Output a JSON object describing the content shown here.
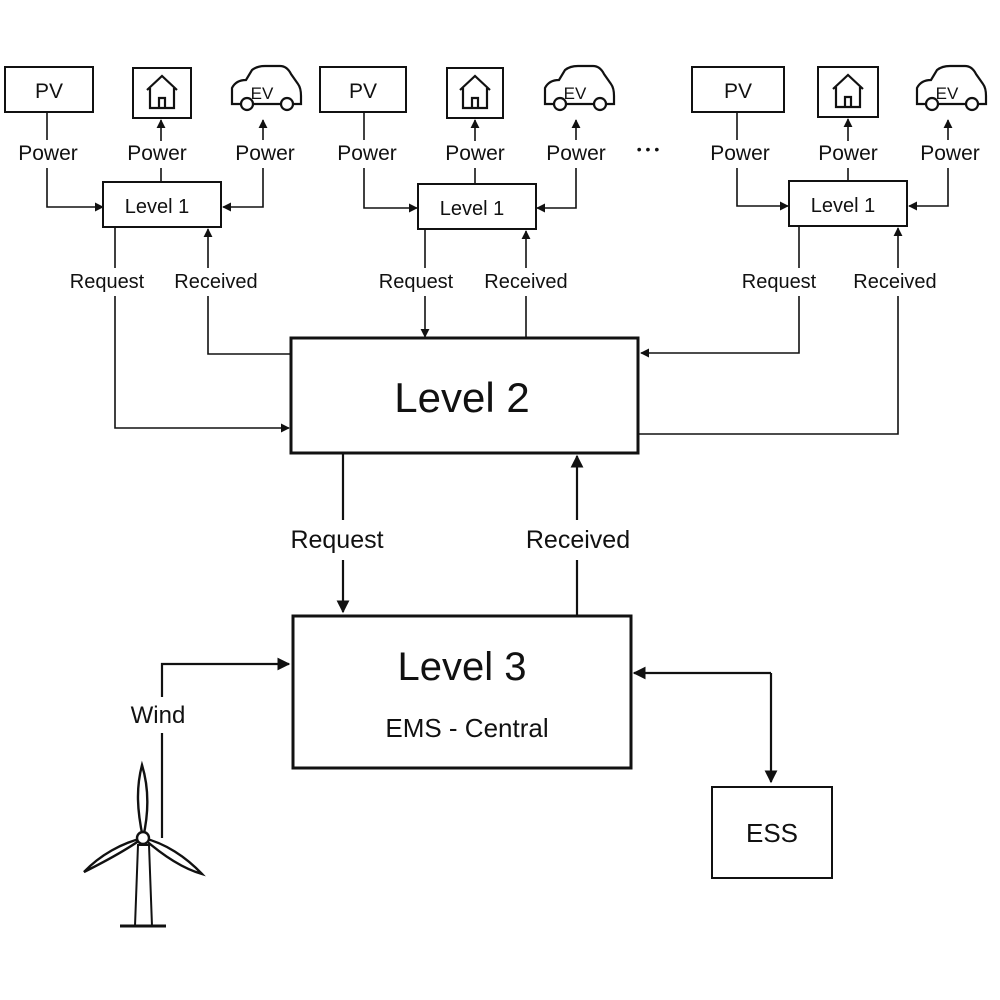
{
  "clusters": [
    {
      "pv": "PV",
      "pv_power": "Power",
      "house_power": "Power",
      "ev": "EV",
      "ev_power": "Power",
      "level1": "Level 1",
      "request": "Request",
      "received": "Received"
    },
    {
      "pv": "PV",
      "pv_power": "Power",
      "house_power": "Power",
      "ev": "EV",
      "ev_power": "Power",
      "level1": "Level 1",
      "request": "Request",
      "received": "Received"
    },
    {
      "pv": "PV",
      "pv_power": "Power",
      "house_power": "Power",
      "ev": "EV",
      "ev_power": "Power",
      "level1": "Level 1",
      "request": "Request",
      "received": "Received"
    }
  ],
  "ellipsis": "• • •",
  "level2": {
    "label": "Level 2",
    "request": "Request",
    "received": "Received"
  },
  "level3": {
    "label": "Level 3",
    "sub": "EMS - Central"
  },
  "wind": {
    "label": "Wind"
  },
  "ess": {
    "label": "ESS"
  },
  "icons": {
    "house": "house-icon",
    "ev": "ev-car-icon",
    "turbine": "wind-turbine-icon"
  }
}
